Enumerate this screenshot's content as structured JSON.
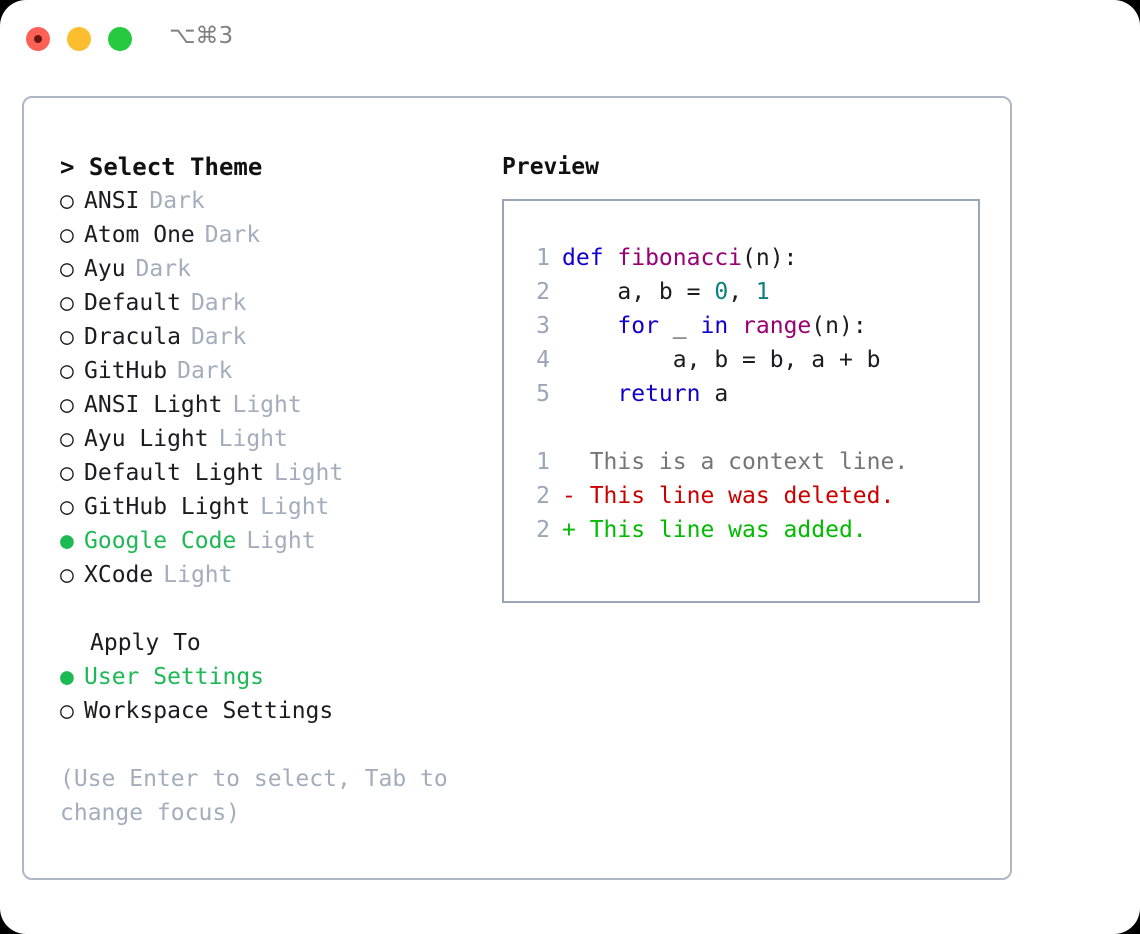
{
  "titlebar": {
    "shortcut": "⌥⌘3",
    "buttons": [
      "close",
      "minimize",
      "maximize"
    ]
  },
  "left": {
    "heading": "> Select Theme",
    "themes": [
      {
        "bullet": "○",
        "name": "ANSI",
        "variant": "Dark",
        "selected": false
      },
      {
        "bullet": "○",
        "name": "Atom One",
        "variant": "Dark",
        "selected": false
      },
      {
        "bullet": "○",
        "name": "Ayu",
        "variant": "Dark",
        "selected": false
      },
      {
        "bullet": "○",
        "name": "Default",
        "variant": "Dark",
        "selected": false
      },
      {
        "bullet": "○",
        "name": "Dracula",
        "variant": "Dark",
        "selected": false
      },
      {
        "bullet": "○",
        "name": "GitHub",
        "variant": "Dark",
        "selected": false
      },
      {
        "bullet": "○",
        "name": "ANSI Light",
        "variant": "Light",
        "selected": false
      },
      {
        "bullet": "○",
        "name": "Ayu Light",
        "variant": "Light",
        "selected": false
      },
      {
        "bullet": "○",
        "name": "Default Light",
        "variant": "Light",
        "selected": false
      },
      {
        "bullet": "○",
        "name": "GitHub Light",
        "variant": "Light",
        "selected": false
      },
      {
        "bullet": "●",
        "name": "Google Code",
        "variant": "Light",
        "selected": true
      },
      {
        "bullet": "○",
        "name": "XCode",
        "variant": "Light",
        "selected": false
      }
    ],
    "apply_to_label": "Apply To",
    "apply_options": [
      {
        "bullet": "●",
        "name": "User Settings",
        "selected": true
      },
      {
        "bullet": "○",
        "name": "Workspace Settings",
        "selected": false
      }
    ],
    "hint": "(Use Enter to select, Tab to change focus)"
  },
  "right": {
    "heading": "Preview",
    "code_lines": [
      {
        "num": "1",
        "tokens": [
          {
            "t": "def ",
            "c": "kw"
          },
          {
            "t": "fibonacci",
            "c": "fn"
          },
          {
            "t": "(n):",
            "c": "plain"
          }
        ]
      },
      {
        "num": "2",
        "tokens": [
          {
            "t": "    a, b = ",
            "c": "plain"
          },
          {
            "t": "0",
            "c": "num"
          },
          {
            "t": ", ",
            "c": "plain"
          },
          {
            "t": "1",
            "c": "num"
          }
        ]
      },
      {
        "num": "3",
        "tokens": [
          {
            "t": "    ",
            "c": "plain"
          },
          {
            "t": "for",
            "c": "kw"
          },
          {
            "t": " _ ",
            "c": "plain"
          },
          {
            "t": "in",
            "c": "kw"
          },
          {
            "t": " ",
            "c": "plain"
          },
          {
            "t": "range",
            "c": "fn"
          },
          {
            "t": "(n):",
            "c": "plain"
          }
        ]
      },
      {
        "num": "4",
        "tokens": [
          {
            "t": "        a, b = b, a + b",
            "c": "plain"
          }
        ]
      },
      {
        "num": "5",
        "tokens": [
          {
            "t": "    ",
            "c": "plain"
          },
          {
            "t": "return",
            "c": "kw"
          },
          {
            "t": " a",
            "c": "plain"
          }
        ]
      }
    ],
    "diff_lines": [
      {
        "num": "1",
        "marker": " ",
        "text": "  This is a context line.",
        "kind": "ctx"
      },
      {
        "num": "2",
        "marker": "-",
        "text": "- This line was deleted.",
        "kind": "del"
      },
      {
        "num": "2",
        "marker": "+",
        "text": "+ This line was added.",
        "kind": "add"
      }
    ]
  },
  "colors": {
    "accent_green": "#1db954",
    "muted_gray": "#a3adbb",
    "border": "#aeb7c4",
    "preview_border": "#9aa5b8",
    "keyword": "#1100cc",
    "function": "#990073",
    "number": "#0b8080",
    "diff_deleted": "#cc0000",
    "diff_added": "#00bb00",
    "diff_context": "#757575"
  }
}
